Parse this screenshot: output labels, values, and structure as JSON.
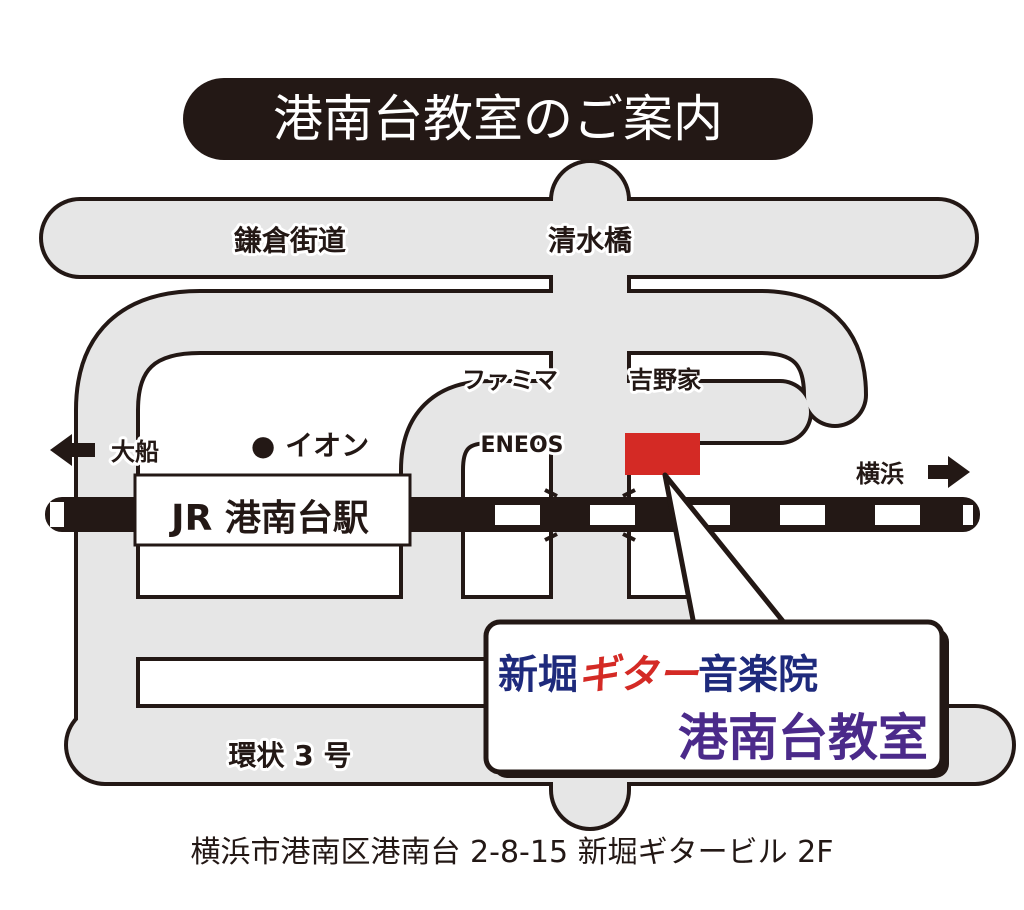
{
  "title": "港南台教室のご案内",
  "roads": {
    "kamakura": "鎌倉街道",
    "shimizubashi": "清水橋",
    "kanjo3": "環状 3 号"
  },
  "landmarks": {
    "familymart": "ファミマ",
    "yoshinoya": "吉野家",
    "eneos": "ENEOS",
    "aeon": "● イオン",
    "station": "JR 港南台駅"
  },
  "directions": {
    "west": "大船",
    "east": "横浜"
  },
  "callout": {
    "name_part1": "新堀",
    "name_part2": "ギター",
    "name_part3": "音楽院",
    "branch": "港南台教室"
  },
  "address": "横浜市港南区港南台 2-8-15  新堀ギタービル 2F",
  "colors": {
    "road": "#e6e6e6",
    "marker": "#d42a25",
    "name_blue": "#1e2a7c",
    "name_red": "#d42a25",
    "branch_purple": "#4b2a8a",
    "ink": "#231815"
  }
}
